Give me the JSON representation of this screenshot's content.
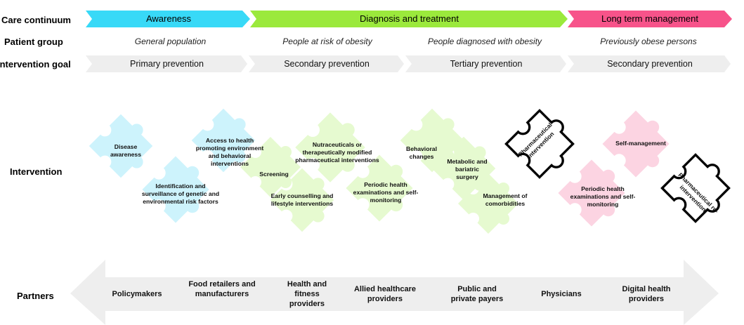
{
  "rows": {
    "care": "Care continuum",
    "patient": "Patient group",
    "goal": "Intervention goal",
    "intervention": "Intervention",
    "partners": "Partners"
  },
  "care_stages": [
    {
      "label": "Awareness",
      "color": "#38d9f7"
    },
    {
      "label": "Diagnosis and treatment",
      "color": "#9be93c"
    },
    {
      "label": "Long term management",
      "color": "#f7538a"
    }
  ],
  "patient_groups": [
    "General population",
    "People at risk of obesity",
    "People diagnosed with obesity",
    "Previously obese persons"
  ],
  "intervention_goals": [
    "Primary prevention",
    "Secondary prevention",
    "Tertiary prevention",
    "Secondary prevention"
  ],
  "pieces": [
    {
      "label": "Disease awareness",
      "color": "#cdf3fc"
    },
    {
      "label": "Access to health promoting environment and behavioral interventions",
      "color": "#cdf3fc"
    },
    {
      "label": "Identification and surveillance of genetic and environmental risk factors",
      "color": "#cdf3fc"
    },
    {
      "label": "Screening",
      "color": "#e6fad0"
    },
    {
      "label": "Nutraceuticals or therapeutically modified pharmaceutical interventions",
      "color": "#e6fad0"
    },
    {
      "label": "Early counselling and lifestyle interventions",
      "color": "#e6fad0"
    },
    {
      "label": "Behavioral changes",
      "color": "#e6fad0"
    },
    {
      "label": "Periodic health examinations and self-monitoring",
      "color": "#e6fad0"
    },
    {
      "label": "Metabolic and bariatric surgery",
      "color": "#e6fad0"
    },
    {
      "label": "Management of comorbidities",
      "color": "#e6fad0"
    },
    {
      "label": "Pharmaceutical intervention",
      "color": "#ffffff"
    },
    {
      "label": "Self-management",
      "color": "#fcd4e2"
    },
    {
      "label": "Periodic health examinations and self-monitoring",
      "color": "#fcd4e2"
    },
    {
      "label": "Pharmaceutical re-intervention",
      "color": "#ffffff"
    }
  ],
  "partners": [
    "Policymakers",
    "Food retailers and manufacturers",
    "Health and fitness providers",
    "Allied healthcare providers",
    "Public and private payers",
    "Physicians",
    "Digital health providers"
  ]
}
